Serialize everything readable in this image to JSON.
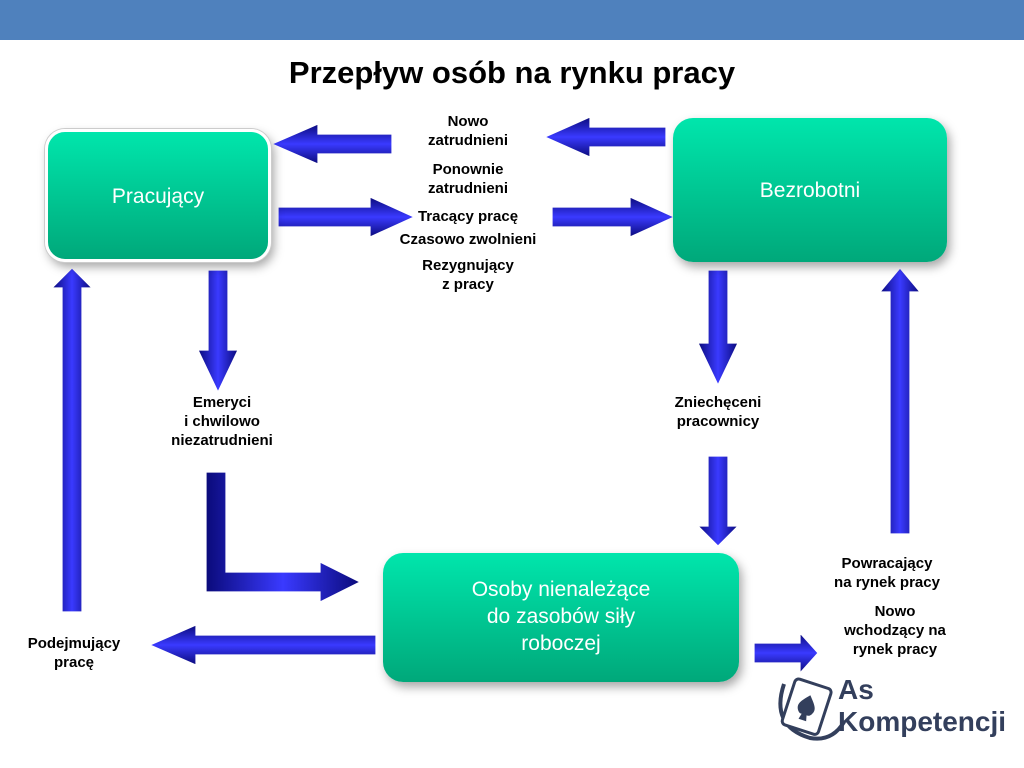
{
  "title": "Przepływ osób na rynku pracy",
  "boxes": {
    "pracujacy": "Pracujący",
    "bezrobotni": "Bezrobotni",
    "osoby": [
      "Osoby nienależące",
      "do zasobów siły",
      "roboczej"
    ]
  },
  "labels": {
    "nowo_zatrudnieni": "Nowo\nzatrudnieni",
    "ponownie_zatrudnieni": "Ponownie\nzatrudnieni",
    "tracacy_prace": "Tracący pracę",
    "czasowo_zwolnieni": "Czasowo zwolnieni",
    "rezygnujacy": "Rezygnujący\nz pracy",
    "emeryci": "Emeryci\ni chwilowo\nniezatrudnieni",
    "zniecheceni": "Zniechęceni\npracownicy",
    "powracajacy": "Powracający\nna rynek pracy",
    "nowo_wchodzacy": "Nowo\nwchodzący na\nrynek pracy",
    "podejmujacy": "Podejmujący\npracę"
  },
  "logo": {
    "line1": "As",
    "line2": "Kompetencji"
  },
  "colors": {
    "header": "#4f81bd",
    "box": "#00c896",
    "arrow": "#1a1ab0"
  }
}
